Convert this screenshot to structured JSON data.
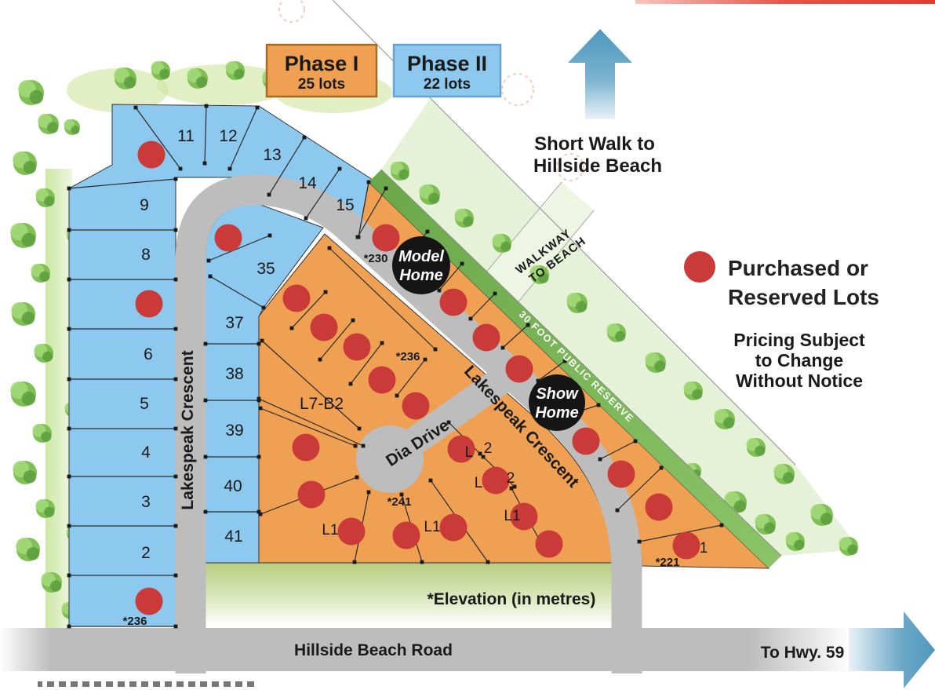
{
  "legend": {
    "phase1": {
      "title": "Phase I",
      "subtitle": "25 lots",
      "fill": "#efa052",
      "border": "#a96b24"
    },
    "phase2": {
      "title": "Phase II",
      "subtitle": "22 lots",
      "fill": "#8dc8ef",
      "border": "#66a3d2"
    },
    "reserved_line1": "Purchased or",
    "reserved_line2": "Reserved Lots",
    "reserved_dot_color": "#c93a38",
    "pricing_line1": "Pricing Subject",
    "pricing_line2": "to Change",
    "pricing_line3": "Without Notice",
    "pricing_color": "#d02d26"
  },
  "annotations": {
    "short_walk_line1": "Short Walk to",
    "short_walk_line2": "Hillside Beach",
    "to_hwy": "To Hwy. 59",
    "elevation_note": "*Elevation (in metres)",
    "walkway_line1": "WALKWAY",
    "walkway_line2": "TO BEACH",
    "reserve_label": "30 FOOT PUBLIC RESERVE",
    "model_home_line1": "Model",
    "model_home_line2": "Home",
    "show_home_line1": "Show",
    "show_home_line2": "Home"
  },
  "streets": {
    "lakespeak_west": "Lakespeak Crescent",
    "lakespeak_east": "Lakespeak Crescent",
    "dia": "Dia Drive",
    "hillside": "Hillside Beach Road"
  },
  "lots": {
    "phase2_top_row": [
      "11",
      "12",
      "13",
      "14",
      "15"
    ],
    "phase2_left_column": [
      "9",
      "8",
      "6",
      "5",
      "4",
      "3",
      "2"
    ],
    "phase2_mid_column": [
      "35",
      "37",
      "38",
      "39",
      "40",
      "41"
    ],
    "block_label": "L7-B2",
    "elevations": {
      "lot1": "*236",
      "mid": "*236",
      "top": "*230",
      "culdesac": "*241",
      "southeast": "*221"
    },
    "partial_labels": [
      "L1",
      "L1",
      "L1",
      "L",
      "2",
      "L",
      "2",
      "1"
    ]
  },
  "map": {
    "road_color": "#bdbdbd",
    "phase1_color": "#efa052",
    "phase2_color": "#8dc8ef",
    "reserve_color": "#74ad4f",
    "reserved_dots": [
      [
        193,
        197
      ],
      [
        190,
        387
      ],
      [
        190,
        766
      ],
      [
        291,
        303
      ],
      [
        378,
        380
      ],
      [
        413,
        417
      ],
      [
        455,
        442
      ],
      [
        487,
        484
      ],
      [
        530,
        517
      ],
      [
        390,
        570
      ],
      [
        397,
        630
      ],
      [
        448,
        677
      ],
      [
        518,
        682
      ],
      [
        578,
        672
      ],
      [
        668,
        658
      ],
      [
        700,
        693
      ],
      [
        588,
        572
      ],
      [
        632,
        612
      ],
      [
        492,
        303
      ],
      [
        578,
        385
      ],
      [
        620,
        430
      ],
      [
        662,
        470
      ],
      [
        747,
        562
      ],
      [
        792,
        604
      ],
      [
        840,
        646
      ],
      [
        875,
        695
      ]
    ]
  }
}
